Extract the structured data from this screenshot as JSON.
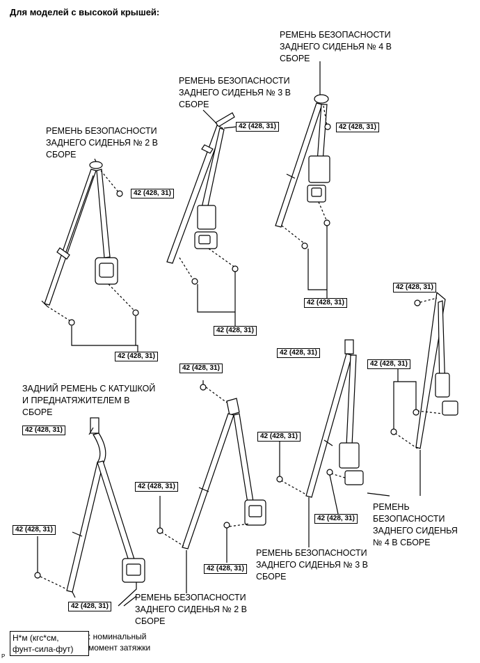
{
  "heading": "Для моделей с высокой крышей:",
  "torque_value": "42 (428, 31)",
  "upper_labels": {
    "belt2": "РЕМЕНЬ БЕЗОПАСНОСТИ\nЗАДНЕГО СИДЕНЬЯ № 2 В\nСБОРЕ",
    "belt3": "РЕМЕНЬ БЕЗОПАСНОСТИ\nЗАДНЕГО СИДЕНЬЯ № 3 В\nСБОРЕ",
    "belt4": "РЕМЕНЬ БЕЗОПАСНОСТИ\nЗАДНЕГО СИДЕНЬЯ № 4 В\nСБОРЕ"
  },
  "lower_labels": {
    "pretensioner": "ЗАДНИЙ РЕМЕНЬ С КАТУШКОЙ\nИ ПРЕДНАТЯЖИТЕЛЕМ В\nСБОРЕ",
    "belt2": "РЕМЕНЬ БЕЗОПАСНОСТИ\nЗАДНЕГО СИДЕНЬЯ № 2 В\nСБОРЕ",
    "belt3": "РЕМЕНЬ БЕЗОПАСНОСТИ\nЗАДНЕГО СИДЕНЬЯ № 3 В\nСБОРЕ",
    "belt4": "РЕМЕНЬ\nБЕЗОПАСНОСТИ\nЗАДНЕГО СИДЕНЬЯ\n№ 4 В СБОРЕ"
  },
  "legend": {
    "unit": "Н*м (кгс*см,\nфунт-сила-фут)",
    "description": ": номинальный\nмомент затяжки"
  },
  "figure_code": "P"
}
